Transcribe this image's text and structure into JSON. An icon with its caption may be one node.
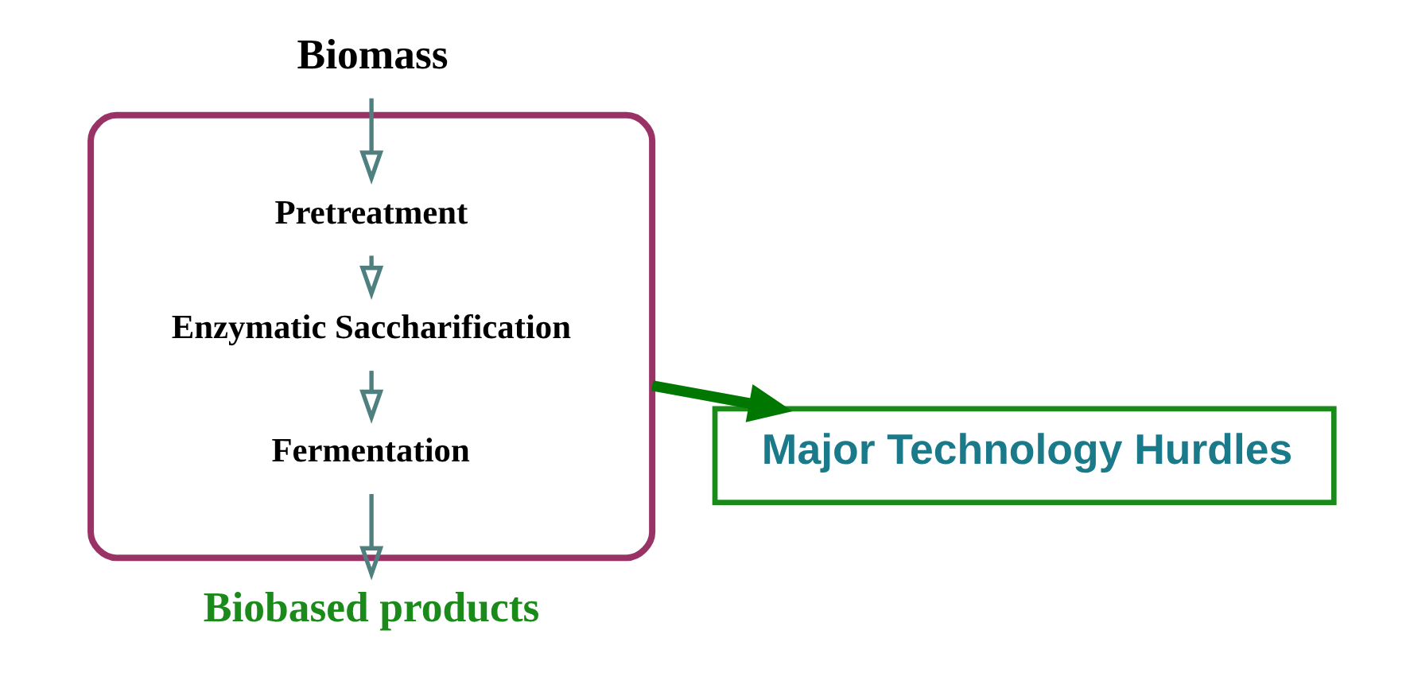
{
  "diagram": {
    "nodes": [
      {
        "text": [
          "Biomass"
        ]
      },
      {
        "text": [],
        "shape": "ellipse"
      },
      {
        "text": [
          "Pretreatment"
        ],
        "in": 1
      },
      {
        "text": [
          "Enzymatic Saccharification"
        ],
        "in": 1
      },
      {
        "text": [
          "Fermentation"
        ],
        "in": 1
      },
      {
        "text": [
          "Biobased products"
        ]
      },
      {
        "text": [
          "Major Technology Hurdles"
        ]
      }
    ],
    "edges": [
      {
        "from": 0,
        "to": 2,
        "arrow": "to"
      },
      {
        "from": 2,
        "to": 3,
        "arrow": "to"
      },
      {
        "from": 3,
        "to": 4,
        "arrow": "to"
      },
      {
        "from": 4,
        "to": 5,
        "arrow": "to"
      },
      {
        "from": 1,
        "to": 6,
        "arrow": "to",
        "style": "thick",
        "color": "#007700"
      }
    ]
  }
}
